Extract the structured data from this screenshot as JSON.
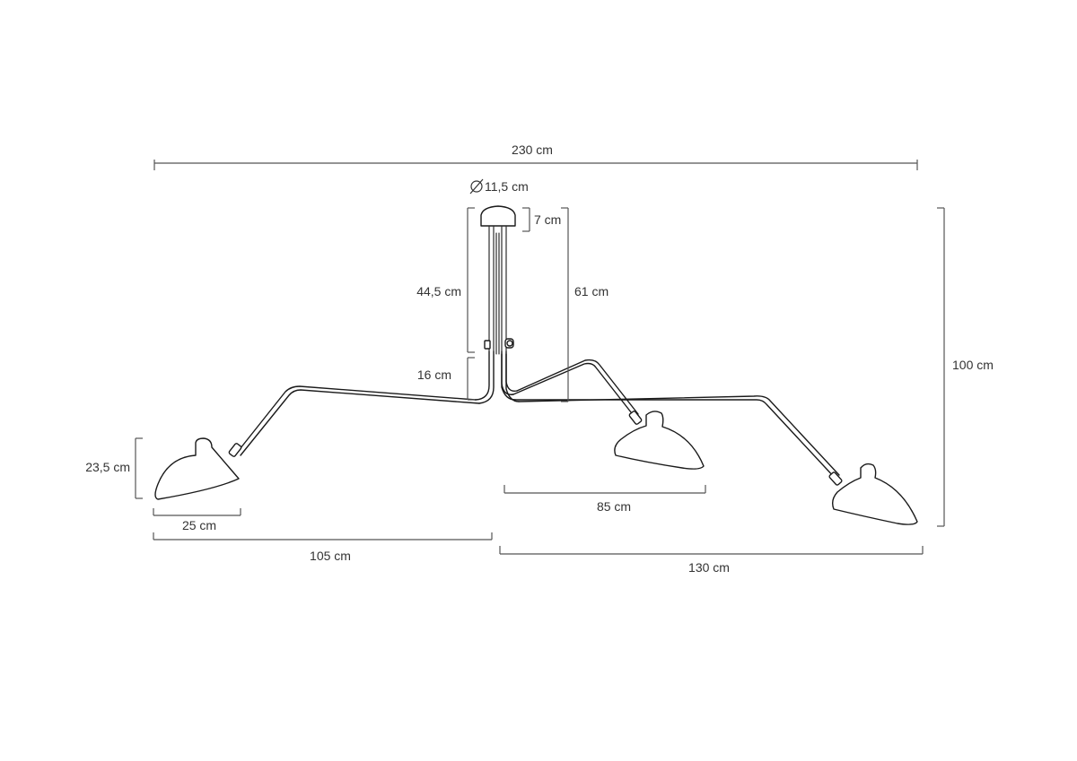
{
  "dimensions": {
    "overall_width": "230 cm",
    "canopy_diameter": "11,5 cm",
    "canopy_height": "7 cm",
    "stem_height": "44,5 cm",
    "drop_height": "61 cm",
    "elbow_height": "16 cm",
    "overall_height": "100 cm",
    "shade_height": "23,5 cm",
    "shade_width": "25 cm",
    "arm_left": "105 cm",
    "arm_middle": "85 cm",
    "arm_right": "130 cm"
  },
  "colors": {
    "dimension_line": "#555555",
    "lamp_outline": "#1a1a1a",
    "text": "#333333",
    "background": "#ffffff"
  },
  "icons": {
    "diameter_symbol": "diameter-icon"
  }
}
